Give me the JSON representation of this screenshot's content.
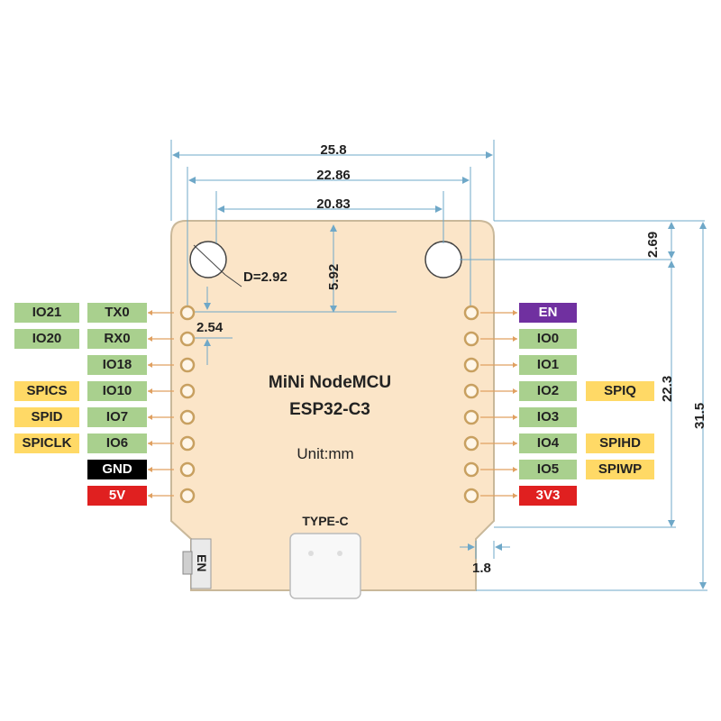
{
  "board": {
    "title": "MiNi NodeMCU",
    "chip": "ESP32-C3",
    "unit": "Unit:mm",
    "usb_label": "TYPE-C",
    "button_label": "EN",
    "colors": {
      "pcb": "#fbe5c8",
      "pcb_edge": "#c9b89a",
      "pad": "#c8a060",
      "dim_line": "#6fa8c8"
    }
  },
  "dimensions": {
    "width_outer": "25.8",
    "width_holes_outer": "22.86",
    "width_holes_inner": "20.83",
    "hole_diameter": "D=2.92",
    "hole_offset_top": "5.92",
    "pin_pitch": "2.54",
    "hole_top_margin": "2.69",
    "header_length": "22.3",
    "board_height": "31.5",
    "usb_overhang": "1.8"
  },
  "left_pins": [
    {
      "outer": "IO21",
      "inner": "TX0",
      "inner_color": "green",
      "outer_color": "green"
    },
    {
      "outer": "IO20",
      "inner": "RX0",
      "inner_color": "green",
      "outer_color": "green"
    },
    {
      "outer": "",
      "inner": "IO18",
      "inner_color": "green",
      "outer_color": ""
    },
    {
      "outer": "SPICS",
      "inner": "IO10",
      "inner_color": "green",
      "outer_color": "yellow"
    },
    {
      "outer": "SPID",
      "inner": "IO7",
      "inner_color": "green",
      "outer_color": "yellow"
    },
    {
      "outer": "SPICLK",
      "inner": "IO6",
      "inner_color": "green",
      "outer_color": "yellow"
    },
    {
      "outer": "",
      "inner": "GND",
      "inner_color": "black",
      "outer_color": ""
    },
    {
      "outer": "",
      "inner": "5V",
      "inner_color": "red",
      "outer_color": ""
    }
  ],
  "right_pins": [
    {
      "inner": "EN",
      "outer": "",
      "inner_color": "purple",
      "outer_color": ""
    },
    {
      "inner": "IO0",
      "outer": "",
      "inner_color": "green",
      "outer_color": ""
    },
    {
      "inner": "IO1",
      "outer": "",
      "inner_color": "green",
      "outer_color": ""
    },
    {
      "inner": "IO2",
      "outer": "SPIQ",
      "inner_color": "green",
      "outer_color": "yellow"
    },
    {
      "inner": "IO3",
      "outer": "",
      "inner_color": "green",
      "outer_color": ""
    },
    {
      "inner": "IO4",
      "outer": "SPIHD",
      "inner_color": "green",
      "outer_color": "yellow"
    },
    {
      "inner": "IO5",
      "outer": "SPIWP",
      "inner_color": "green",
      "outer_color": "yellow"
    },
    {
      "inner": "3V3",
      "outer": "",
      "inner_color": "red",
      "outer_color": ""
    }
  ]
}
